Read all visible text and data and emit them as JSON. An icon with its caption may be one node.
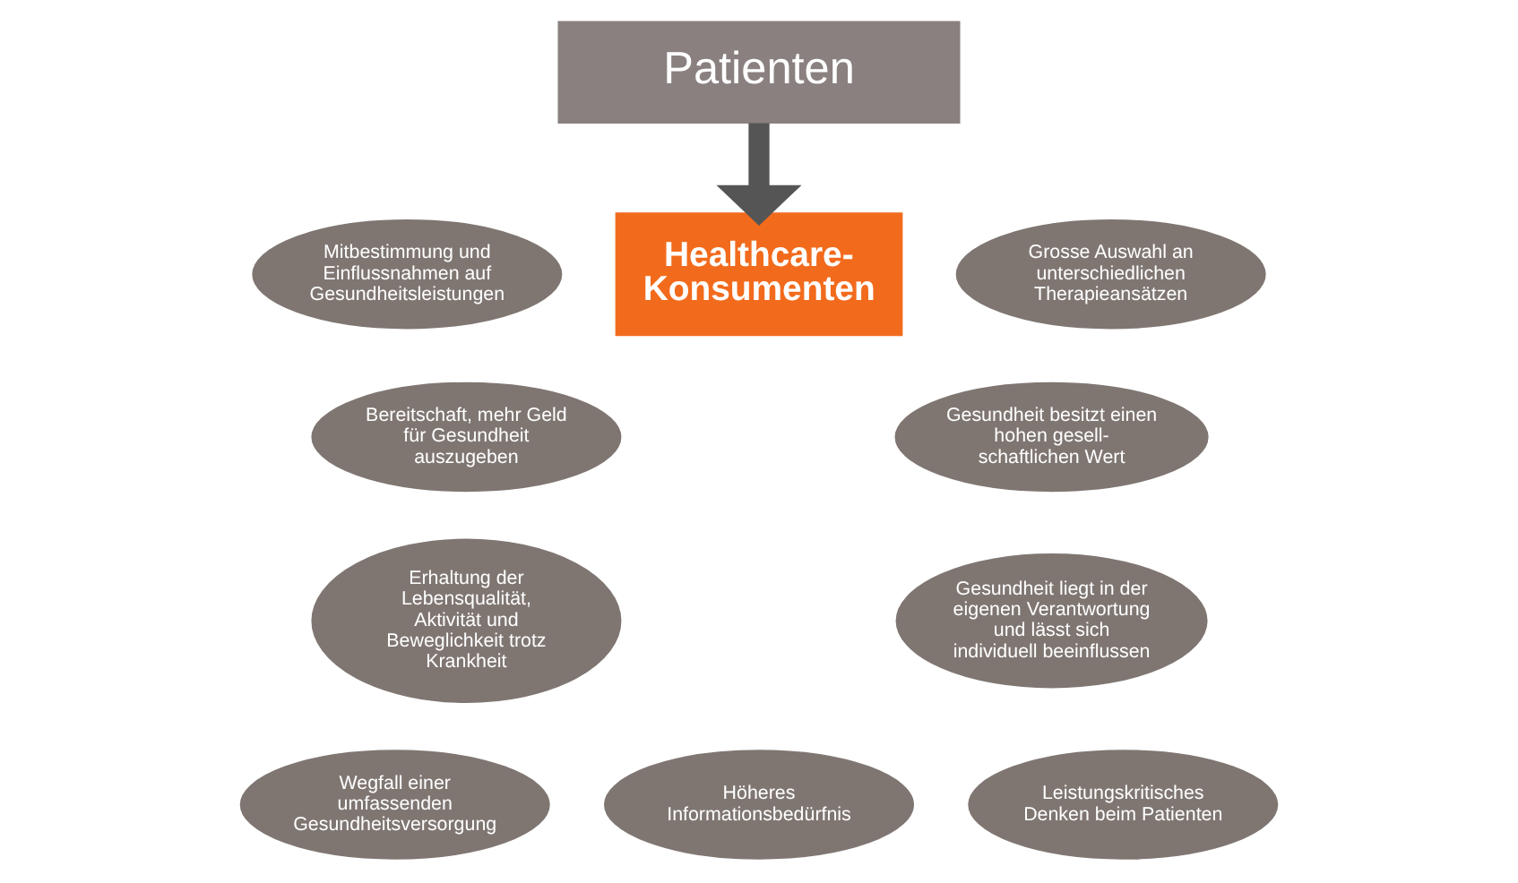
{
  "diagram": {
    "nodes": [
      {
        "text": [
          "Patienten"
        ]
      },
      {
        "text": [
          "Healthcare-Konsumenten"
        ]
      },
      {
        "text": [
          "Mitbestimmung und Einflussnahmen auf Gesundheitsleistungen"
        ]
      },
      {
        "text": [
          "Grosse Auswahl an unterschiedlichen Therapieansätzen"
        ]
      },
      {
        "text": [
          "Bereitschaft, mehr Geld für Gesundheit auszugeben"
        ]
      },
      {
        "text": [
          "Gesundheit besitzt einen hohen gesell-schaftlichen Wert"
        ]
      },
      {
        "text": [
          "Erhaltung der Lebensqualität, Aktivität und Beweglichkeit trotz Krankheit"
        ]
      },
      {
        "text": [
          "Gesundheit liegt in der eigenen Verantwortung und lässt sich individuell beeinflussen"
        ]
      },
      {
        "text": [
          "Wegfall einer umfassenden Gesundheitsversorgung"
        ]
      },
      {
        "text": [
          "Höheres Informationsbedürfnis"
        ]
      },
      {
        "text": [
          "Leistungskritisches Denken beim Patienten"
        ]
      }
    ],
    "edges": [
      {
        "from": 0,
        "to": 1,
        "arrow": "to"
      }
    ]
  }
}
